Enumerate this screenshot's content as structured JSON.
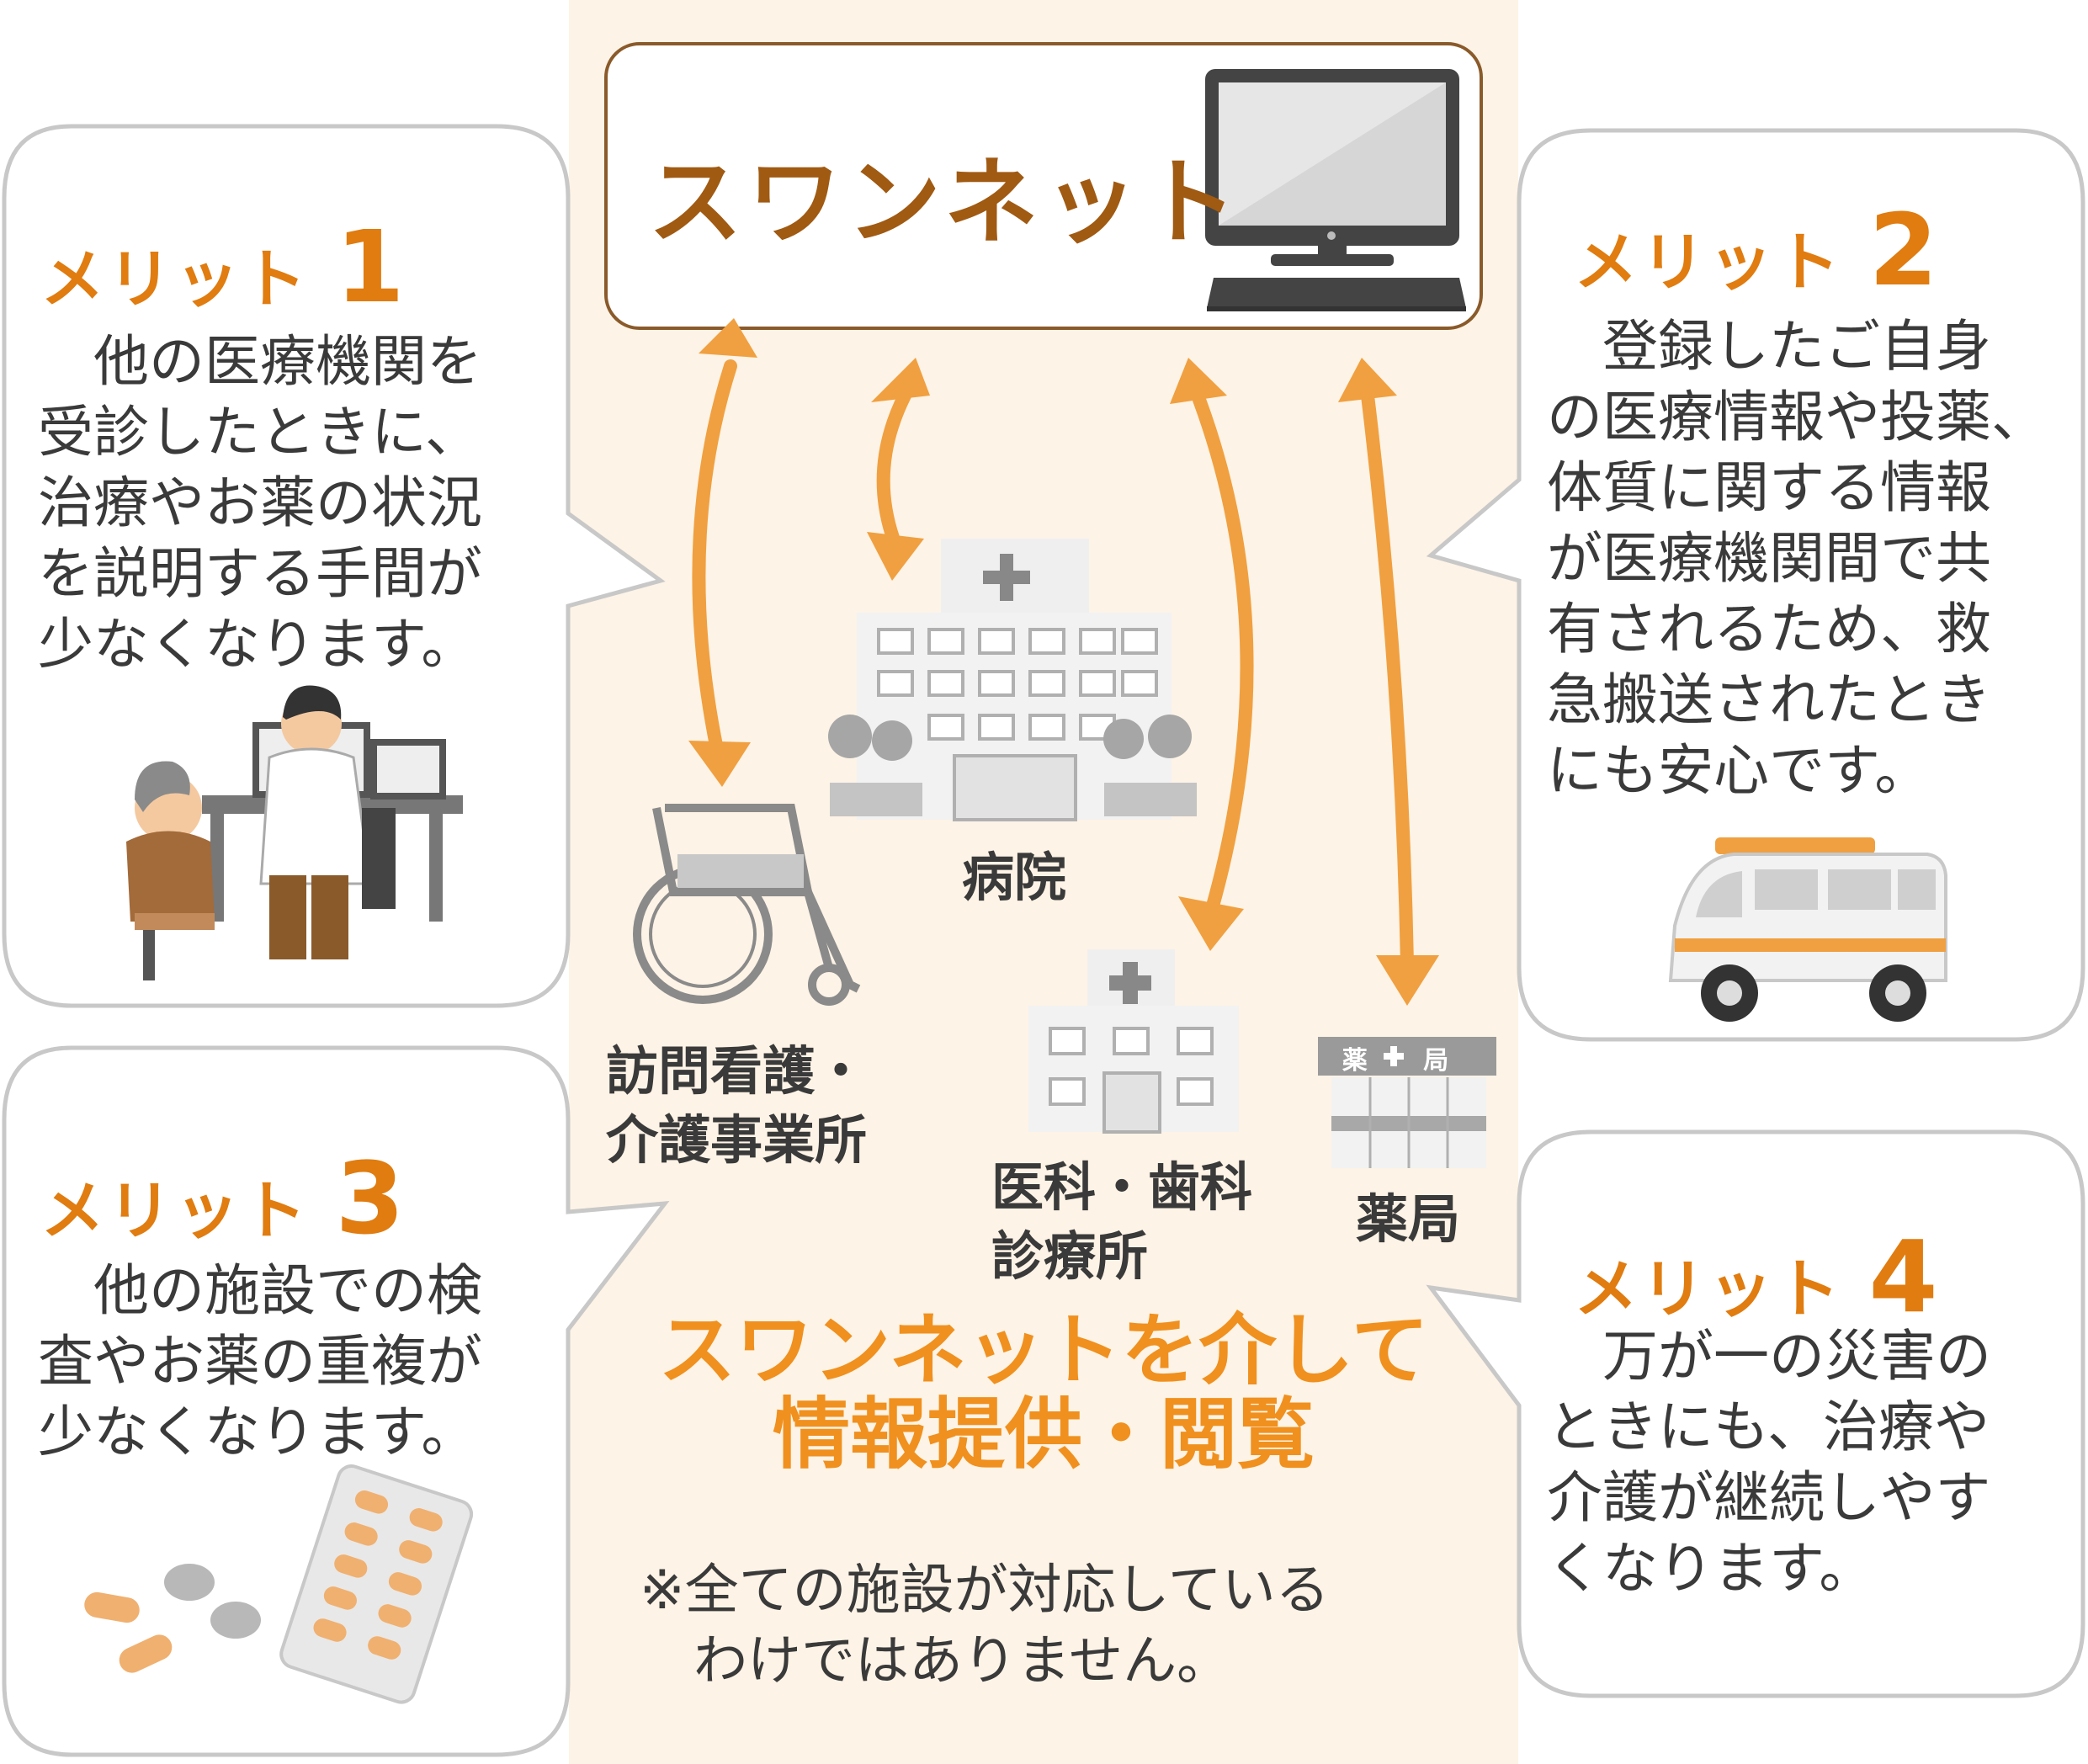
{
  "header": {
    "title": "スワンネット"
  },
  "merits": [
    {
      "label": "メリット",
      "number": "1",
      "text": "　他の医療機関を\n受診したときに、\n治療やお薬の状況\nを説明する手間が\n少なくなります。"
    },
    {
      "label": "メリット",
      "number": "2",
      "text": "　登録したご自身\nの医療情報や投薬、\n体質に関する情報\nが医療機関間で共\n有されるため、救\n急搬送されたとき\nにも安心です。"
    },
    {
      "label": "メリット",
      "number": "3",
      "text": "　他の施設での検\n査やお薬の重複が\n少なくなります。"
    },
    {
      "label": "メリット",
      "number": "4",
      "text": "　万が一の災害の\nときにも、治療や\n介護が継続しやす\nくなります。"
    }
  ],
  "facilities": {
    "hospital": "病院",
    "care": "訪問看護・\n介護事業所",
    "clinic": "医科・歯科\n診療所",
    "pharmacy": "薬局",
    "pharmacy_sign": "薬 局"
  },
  "caption": "スワンネットを介して\n情報提供・閲覧",
  "note": "※全ての施設が対応している\n　わけではありません。",
  "colors": {
    "accent": "#e07c10",
    "arrow": "#f0a040",
    "title_brown": "#a05a12",
    "band": "#fdf3e6"
  }
}
